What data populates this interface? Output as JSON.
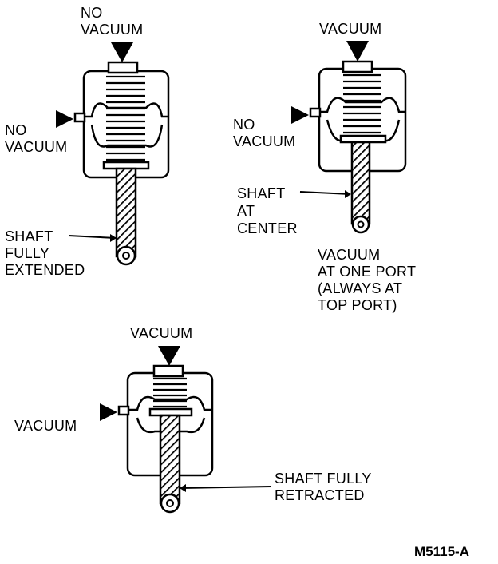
{
  "diagram": {
    "top_left": {
      "top_port_label": [
        "NO",
        "VACUUM"
      ],
      "side_port_label": [
        "NO",
        "VACUUM"
      ],
      "shaft_label": [
        "SHAFT",
        "FULLY",
        "EXTENDED"
      ]
    },
    "top_right": {
      "top_port_label": [
        "VACUUM"
      ],
      "side_port_label": [
        "NO",
        "VACUUM"
      ],
      "shaft_label": [
        "SHAFT",
        "AT",
        "CENTER"
      ],
      "note": [
        "VACUUM",
        "AT ONE PORT",
        "(ALWAYS AT",
        "TOP PORT)"
      ]
    },
    "bottom": {
      "top_port_label": [
        "VACUUM"
      ],
      "side_port_label": [
        "VACUUM"
      ],
      "shaft_label": [
        "SHAFT FULLY",
        "RETRACTED"
      ]
    },
    "figure_code": "M5115-A"
  }
}
